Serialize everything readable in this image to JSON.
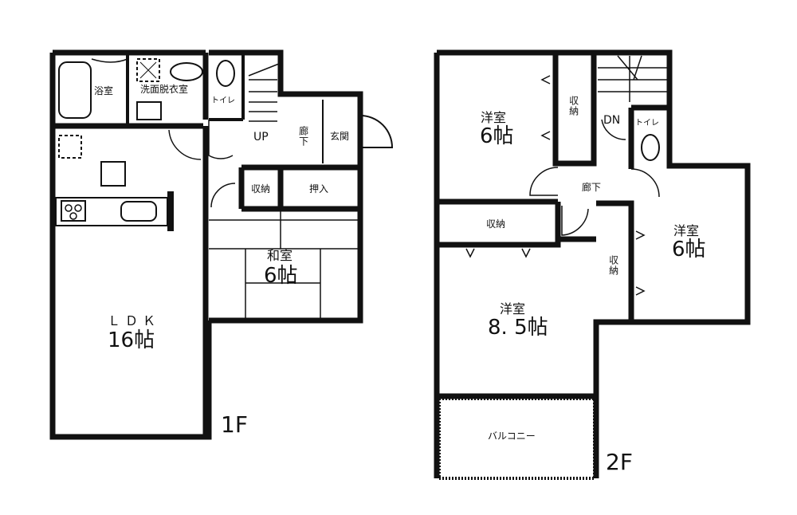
{
  "floor_1": {
    "label": "1F",
    "rooms": {
      "bath": "浴室",
      "washroom": "洗面脱衣室",
      "toilet": "トイレ",
      "stairs_up": "UP",
      "hallway": "廊下",
      "entrance": "玄関",
      "storage": "収納",
      "closet": "押入",
      "japanese_room_name": "和室",
      "japanese_room_size": "6帖",
      "ldk_name": "ＬＤＫ",
      "ldk_size": "16帖"
    }
  },
  "floor_2": {
    "label": "2F",
    "rooms": {
      "western_room_a_name": "洋室",
      "western_room_a_size": "6帖",
      "storage_a": "収納",
      "stairs_down": "DN",
      "toilet": "トイレ",
      "hallway": "廊下",
      "storage_b": "収納",
      "storage_c": "収納",
      "western_room_b_name": "洋室",
      "western_room_b_size": "6帖",
      "western_room_c_name": "洋室",
      "western_room_c_size": "8. 5帖",
      "balcony": "バルコニー"
    }
  },
  "colors": {
    "wall": "#111111",
    "background": "#ffffff"
  }
}
